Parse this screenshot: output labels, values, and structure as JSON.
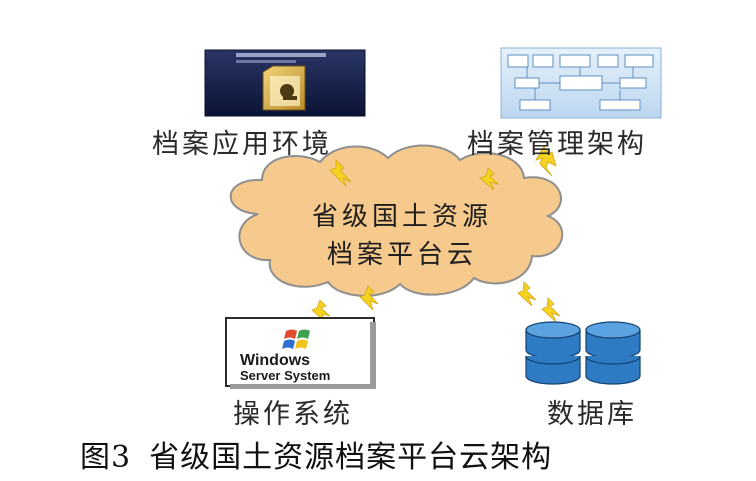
{
  "cloud": {
    "line1": "省级国土资源",
    "line2": "档案平台云"
  },
  "nodes": {
    "app_env": "档案应用环境",
    "mgmt_arch": "档案管理架构",
    "os": "操作系统",
    "database": "数据库"
  },
  "windows_logo": {
    "line1": "Windows",
    "line2": "Server System"
  },
  "caption": {
    "number": "图3",
    "title": "省级国土资源档案平台云架构"
  },
  "colors": {
    "cloud_fill": "#f6c98c",
    "cloud_stroke": "#8f8f8f",
    "lightning": "#f4d321",
    "db_blue": "#2e7bc4"
  }
}
